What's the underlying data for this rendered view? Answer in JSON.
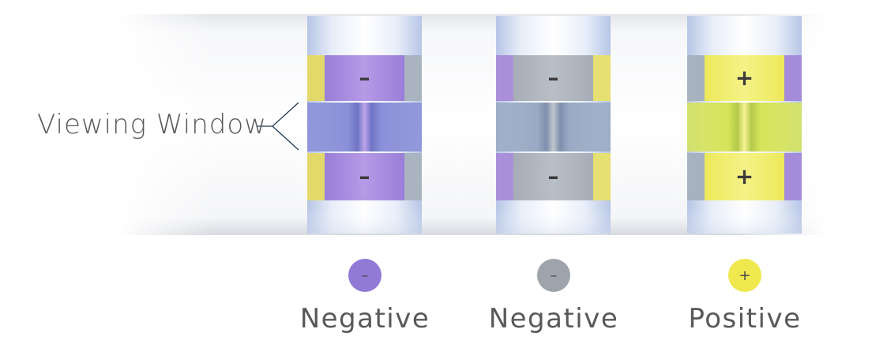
{
  "viewing_window_label": "Viewing Window",
  "strips": [
    {
      "id": "strip-1",
      "pad_sign": "–",
      "pad_color": "#9a7ed8",
      "pad_highlight": "#b59ae6",
      "left_edge_color": "#e2d96a",
      "right_edge_color": "#a9b4c0",
      "window_color": "#8a8fd8",
      "window_center": "#6f73c4",
      "legend_sign": "–",
      "legend_color": "#9179d6",
      "legend_label": "Negative"
    },
    {
      "id": "strip-2",
      "pad_sign": "–",
      "pad_color": "#a6adb6",
      "pad_highlight": "#b9bfc7",
      "left_edge_color": "#a98fd9",
      "right_edge_color": "#e6df72",
      "window_color": "#9aaac4",
      "window_center": "#7d8fac",
      "legend_sign": "–",
      "legend_color": "#9ea4ab",
      "legend_label": "Negative"
    },
    {
      "id": "strip-3",
      "pad_sign": "+",
      "pad_color": "#ede95a",
      "pad_highlight": "#f5f287",
      "left_edge_color": "#a6b2c0",
      "right_edge_color": "#a48cdb",
      "window_color": "#d6e45a",
      "window_center": "#b4c84a",
      "legend_sign": "+",
      "legend_color": "#efe84e",
      "legend_label": "Positive"
    }
  ]
}
